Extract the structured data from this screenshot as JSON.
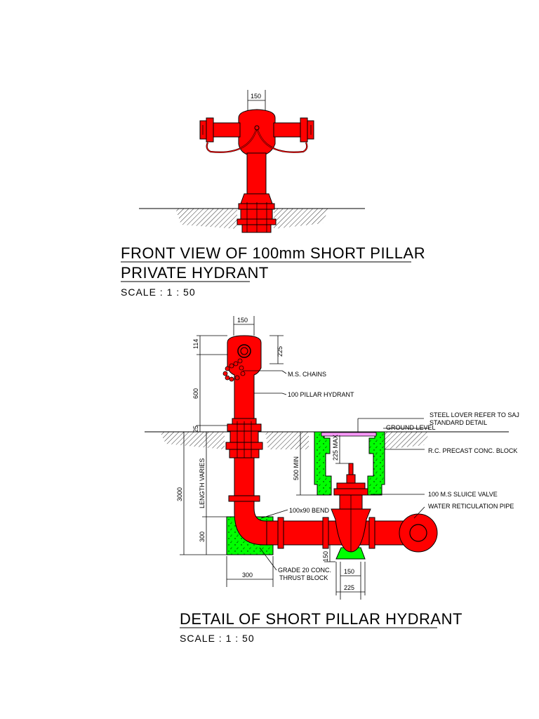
{
  "front_view": {
    "title_line1": "FRONT VIEW OF 100mm SHORT PILLAR",
    "title_line2": "PRIVATE HYDRANT",
    "scale": "SCALE : 1 : 50",
    "dim_top": "150"
  },
  "detail": {
    "title": "DETAIL OF SHORT PILLAR HYDRANT",
    "scale": "SCALE : 1 : 50",
    "dims": {
      "top_width": "150",
      "cap_height": "114",
      "pillar_height": "600",
      "ground_offset": "25",
      "length_varies": "LENGTH VARIES",
      "total": "3000",
      "bend_depth": "300",
      "thrust_width": "300",
      "cap_drop": "225",
      "pit_depth": "500 MIN",
      "valve_gap": "225 MAX",
      "valve_base": "150",
      "valve_w1": "150",
      "valve_w2": "225"
    },
    "labels": {
      "chains": "M.S. CHAINS",
      "pillar": "100 PILLAR HYDRANT",
      "steel_cover_1": "STEEL LOVER REFER TO SAJ",
      "steel_cover_2": "STANDARD DETAIL",
      "ground_level": "GROUND LEVEL",
      "precast_block": "R.C. PRECAST CONC. BLOCK",
      "sluice_valve": "100 M.S SLUICE VALVE",
      "reticulation": "WATER RETICULATION PIPE",
      "bend": "100x90 BEND",
      "thrust_1": "GRADE 20 CONC.",
      "thrust_2": "THRUST BLOCK"
    }
  },
  "colors": {
    "hydrant_red": "#ff0000",
    "concrete_green": "#00ff00",
    "cover_pink": "#ff99ff"
  }
}
